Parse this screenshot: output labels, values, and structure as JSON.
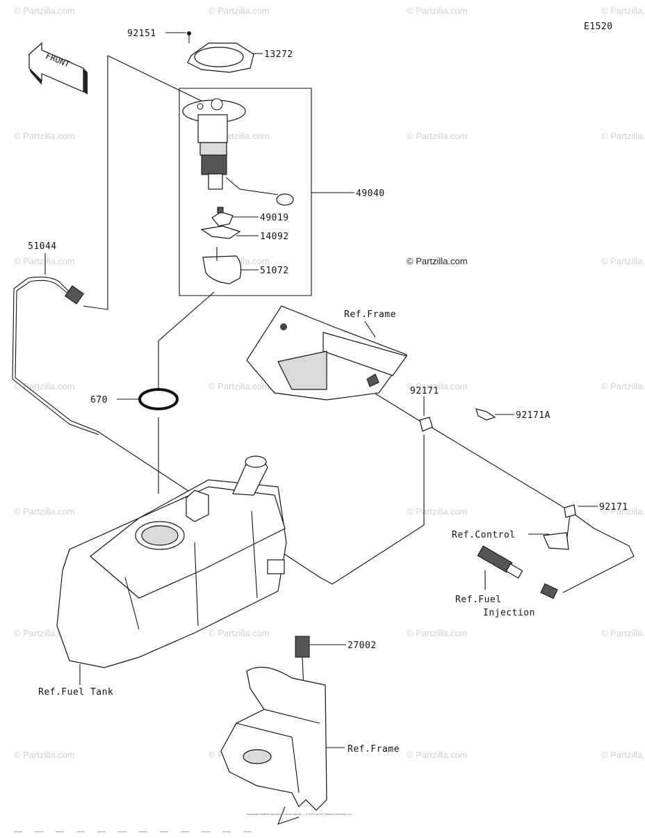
{
  "diagram_code": "E1520",
  "front_arrow_label": "FRONT",
  "watermark": "© Partzilla.com",
  "callouts": {
    "p92151": "92151",
    "p13272": "13272",
    "p49040": "49040",
    "p49019": "49019",
    "p14092": "14092",
    "p51072": "51072",
    "p51044": "51044",
    "p670": "670",
    "p92171_a": "92171",
    "p92171A": "92171A",
    "p92171_b": "92171",
    "p27002": "27002",
    "ref_frame_top": "Ref.Frame",
    "ref_control": "Ref.Control",
    "ref_fuel_injection_1": "Ref.Fuel",
    "ref_fuel_injection_2": "Injection",
    "ref_fuel_tank": "Ref.Fuel Tank",
    "ref_frame_bottom": "Ref.Frame"
  },
  "footer_text": "Kawasaki material reproduced under license — © 2017 by ARI Network Services, Inc."
}
